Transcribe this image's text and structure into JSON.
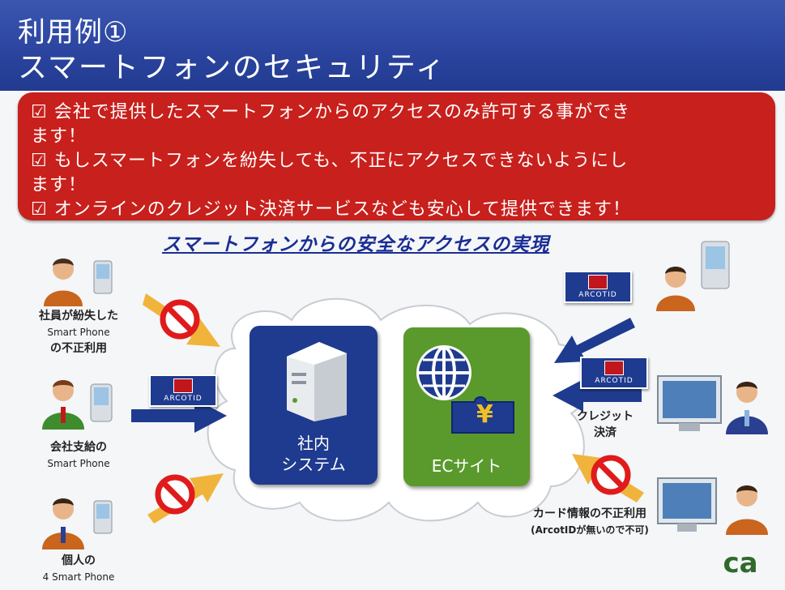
{
  "header": {
    "line1": "利用例①",
    "line2": "スマートフォンのセキュリティ"
  },
  "redbox": {
    "lines": [
      "☑ 会社で提供したスマートフォンからのアクセスのみ許可する事ができ",
      "ます！",
      "☑ もしスマートフォンを紛失しても、不正にアクセスできないようにし",
      "ます！",
      "☑ オンラインのクレジット決済サービスなども安心して提供できます！"
    ]
  },
  "subtitle": "スマートフォンからの安全なアクセスの実現",
  "left": {
    "lost_jp": "社員が紛失した",
    "lost_en": "Smart Phone",
    "lost_jp2": "の不正利用",
    "company_jp": "会社支給の",
    "company_en": "Smart Phone",
    "personal_jp": "個人の",
    "personal_en": "4 Smart Phone"
  },
  "center": {
    "system_line1": "社内",
    "system_line2": "システム",
    "ec_label": "ECサイト",
    "yen": "¥"
  },
  "cards": {
    "label": "ARCOTID"
  },
  "right": {
    "credit_line1": "クレジット",
    "credit_line2": "決済",
    "fraud_line1": "カード情報の不正利用",
    "fraud_line2": "(ArcotIDが無いので不可)"
  },
  "logo": {
    "text": "ca"
  },
  "colors": {
    "header": "#2b45a0",
    "alert_red": "#c8201c",
    "navy": "#1f3b8f",
    "green": "#5a9a2c",
    "arrow_gold": "#f0b43c",
    "prohibit_red": "#e01b1b"
  }
}
